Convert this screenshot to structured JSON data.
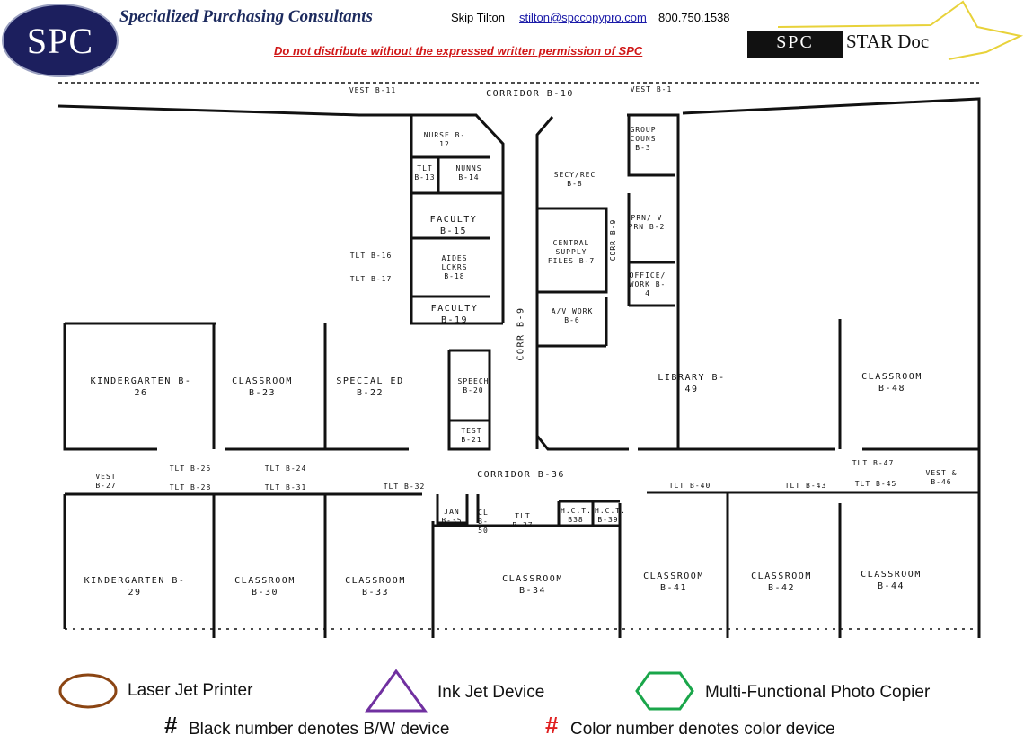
{
  "header": {
    "logo_text": "SPC",
    "company": "Specialized Purchasing Consultants",
    "contact_name": "Skip Tilton",
    "contact_email": "stilton@spccopypro.com",
    "contact_phone": "800.750.1538",
    "warning": "Do not distribute without the expressed written permission of SPC",
    "stardoc_logo": "SPC",
    "stardoc_title": "STAR Doc"
  },
  "rooms": {
    "vest_b11": "VEST B-11",
    "corridor_b10": "CORRIDOR B-10",
    "vest_b1": "VEST B-1",
    "nurse": "NURSE B-12",
    "tlt_b13": "TLT B-13",
    "b14": "NUNNS B-14",
    "group_couns": "GROUP COUNS B-3",
    "secy_rec": "SECY/REC B-8",
    "faculty_b15": "FACULTY B-15",
    "prn": "PRN/ V PRN B-2",
    "central_supply": "CENTRAL SUPPLY FILES B-7",
    "corr_b9_small": "CORR B-9",
    "tlt_b16": "TLT B-16",
    "tlt_b17": "TLT B-17",
    "aides": "AIDES LCKRS B-18",
    "office_work": "OFFICE/ WORK B-4",
    "faculty_b19": "FACULTY B-19",
    "av_work": "A/V WORK B-6",
    "corr_b9": "CORR B-9",
    "kindergarten_b26": "KINDERGARTEN B-26",
    "classroom_b23": "CLASSROOM B-23",
    "special_ed": "SPECIAL ED B-22",
    "speech": "SPEECH B-20",
    "library": "LIBRARY B-49",
    "classroom_b48": "CLASSROOM B-48",
    "test": "TEST B-21",
    "tlt_b25": "TLT B-25",
    "tlt_b24": "TLT B-24",
    "tlt_b28": "TLT B-28",
    "tlt_b31": "TLT B-31",
    "tlt_b32": "TLT B-32",
    "vest_b27": "VEST B-27",
    "corridor_b36": "CORRIDOR B-36",
    "tlt_b47": "TLT B-47",
    "vest_b46": "VEST & B-46",
    "tlt_b45": "TLT B-45",
    "tlt_b40": "TLT B-40",
    "tlt_b43": "TLT B-43",
    "jan": "JAN B-35",
    "cl": "CL B-50",
    "tlt_b37": "TLT B-37",
    "hct_b38": "H.C.T. B38",
    "hct_b39": "H.C.T. B-39",
    "kindergarten_b29": "KINDERGARTEN B-29",
    "classroom_b30": "CLASSROOM B-30",
    "classroom_b33": "CLASSROOM B-33",
    "classroom_b34": "CLASSROOM B-34",
    "classroom_b41": "CLASSROOM B-41",
    "classroom_b42": "CLASSROOM B-42",
    "classroom_b44": "CLASSROOM B-44"
  },
  "legend": {
    "laser": "Laser Jet Printer",
    "inkjet": "Ink Jet Device",
    "copier": "Multi-Functional Photo Copier",
    "hash": "#",
    "bw_note": "Black number denotes B/W device",
    "color_note": "Color number denotes color device",
    "colors": {
      "laser": "#8b4513",
      "inkjet": "#7030a0",
      "copier": "#1aa64a",
      "color_hash": "#e02020"
    }
  }
}
